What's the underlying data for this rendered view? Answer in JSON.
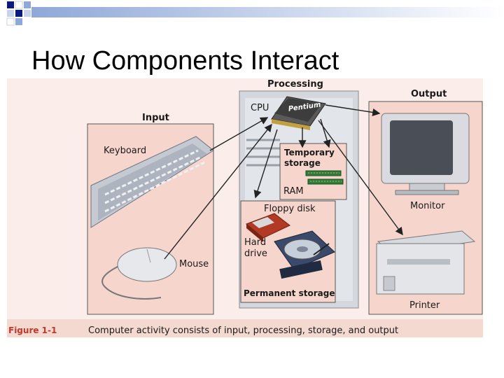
{
  "slide": {
    "title": "How Components Interact"
  },
  "figure": {
    "label": "Figure 1-1",
    "caption": "Computer activity consists of input, processing, storage, and output",
    "labels": {
      "processing": "Processing",
      "input": "Input",
      "output": "Output",
      "keyboard": "Keyboard",
      "mouse": "Mouse",
      "cpu": "CPU",
      "chip": "Pentium",
      "temporary_storage_1": "Temporary",
      "temporary_storage_2": "storage",
      "ram": "RAM",
      "floppy_disk": "Floppy disk",
      "hard_drive_1": "Hard",
      "hard_drive_2": "drive",
      "permanent_storage": "Permanent storage",
      "monitor": "Monitor",
      "printer": "Printer"
    }
  },
  "colors": {
    "panel_fill": "#f6d6cc",
    "figure_red": "#c0392b",
    "caption_band": "#f4d9d0"
  }
}
